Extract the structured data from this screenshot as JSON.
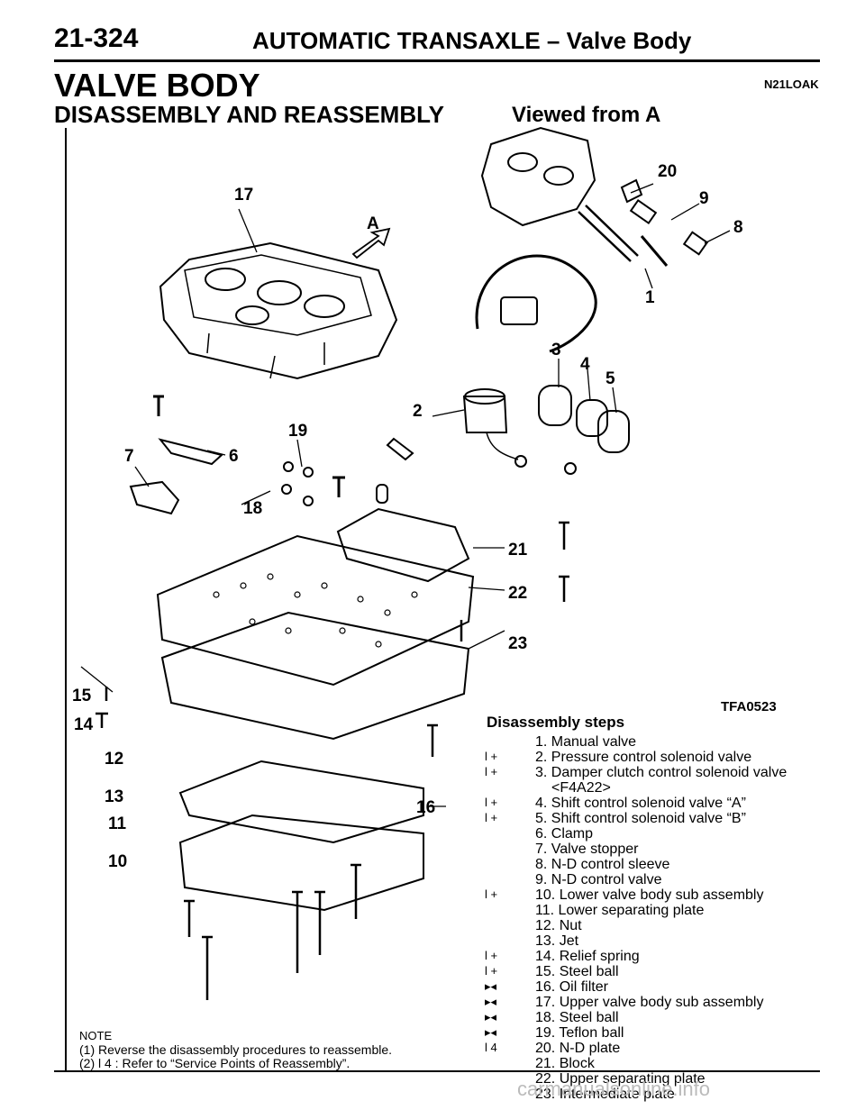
{
  "header": {
    "page_number": "21-324",
    "title": "AUTOMATIC TRANSAXLE – Valve Body"
  },
  "section_title": "VALVE BODY",
  "doc_code": "N21LOAK",
  "subsection_title": "DISASSEMBLY AND REASSEMBLY",
  "view_label": "Viewed from A",
  "figure_code": "TFA0523",
  "view_arrow_label": "A",
  "callouts": [
    "1",
    "2",
    "3",
    "4",
    "5",
    "6",
    "7",
    "8",
    "9",
    "10",
    "11",
    "12",
    "13",
    "14",
    "15",
    "16",
    "17",
    "18",
    "19",
    "20",
    "21",
    "22",
    "23"
  ],
  "steps_title": "Disassembly steps",
  "steps": [
    {
      "mark": "",
      "text": "1. Manual valve"
    },
    {
      "mark": "l +",
      "text": "2. Pressure control solenoid valve"
    },
    {
      "mark": "l +",
      "text": "3. Damper clutch control solenoid valve"
    },
    {
      "mark": "",
      "text": "<F4A22>",
      "sub": true
    },
    {
      "mark": "l +",
      "text": "4. Shift control solenoid valve “A”"
    },
    {
      "mark": "l +",
      "text": "5. Shift control solenoid valve “B”"
    },
    {
      "mark": "",
      "text": "6. Clamp"
    },
    {
      "mark": "",
      "text": "7. Valve stopper"
    },
    {
      "mark": "",
      "text": "8. N-D control sleeve"
    },
    {
      "mark": "",
      "text": "9. N-D control valve"
    },
    {
      "mark": "l +",
      "text": "10. Lower valve body sub assembly"
    },
    {
      "mark": "",
      "text": "11. Lower separating plate"
    },
    {
      "mark": "",
      "text": "12. Nut"
    },
    {
      "mark": "",
      "text": "13. Jet"
    },
    {
      "mark": "l +",
      "text": "14. Relief spring"
    },
    {
      "mark": "l +",
      "text": "15. Steel ball"
    },
    {
      "mark": "▸◂",
      "text": "16. Oil filter"
    },
    {
      "mark": "▸◂",
      "text": "17. Upper valve body sub assembly"
    },
    {
      "mark": "▸◂",
      "text": "18. Steel ball"
    },
    {
      "mark": "▸◂",
      "text": "19. Teflon ball"
    },
    {
      "mark": "l 4",
      "text": "20. N-D plate"
    },
    {
      "mark": "",
      "text": "21. Block"
    },
    {
      "mark": "",
      "text": "22. Upper separating plate"
    },
    {
      "mark": "",
      "text": "23. Intermediate plate"
    }
  ],
  "note": {
    "label": "NOTE",
    "lines": [
      "(1) Reverse the disassembly procedures to reassemble.",
      "(2) l 4 : Refer to “Service Points of Reassembly”."
    ]
  },
  "watermark": "carmanualsonline.info"
}
